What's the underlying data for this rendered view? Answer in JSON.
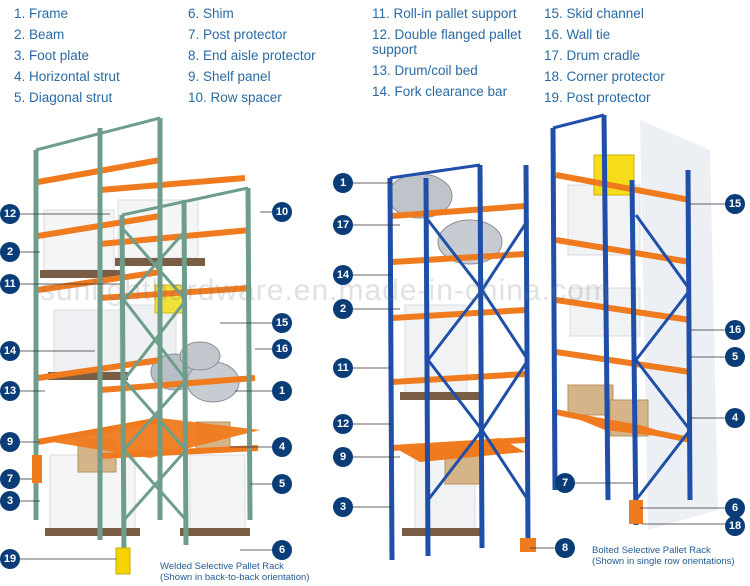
{
  "legend": [
    "1. Frame",
    "2. Beam",
    "3. Foot plate",
    "4. Horizontal strut",
    "5. Diagonal strut",
    "6. Shim",
    "7. Post protector",
    "8. End aisle protector",
    "9. Shelf panel",
    "10. Row spacer",
    "11. Roll-in pallet support",
    "12. Double flanged pallet",
    "support",
    "13. Drum/coil bed",
    "14. Fork clearance bar",
    "15. Skid channel",
    "16. Wall tie",
    "17. Drum cradle",
    "18. Corner protector",
    "19. Post protector"
  ],
  "callouts": {
    "left": [
      "12",
      "2",
      "11",
      "14",
      "13",
      "9",
      "7",
      "3",
      "19"
    ],
    "rack1_right": [
      "10",
      "15",
      "16",
      "1",
      "4",
      "5",
      "6"
    ],
    "mid": [
      "1",
      "17",
      "14",
      "2",
      "11",
      "12",
      "9",
      "3",
      "8"
    ],
    "right": [
      "15",
      "16",
      "5",
      "4",
      "7",
      "6",
      "18"
    ]
  },
  "captions": {
    "welded_1": "Welded Selective Pallet Rack",
    "welded_2": "(Shown in back-to-back orientation)",
    "bolted_1": "Bolted Selective Pallet Rack",
    "bolted_2": "(Shown in single row orientations)"
  },
  "watermark": "sunlighthardware.en.made-in-china.com",
  "colors": {
    "badge": "#0a3d78",
    "beam": "#f07a1e",
    "frame_green": "#6e9e8b",
    "frame_blue": "#1f4fa8",
    "text": "#2a6aa4"
  }
}
